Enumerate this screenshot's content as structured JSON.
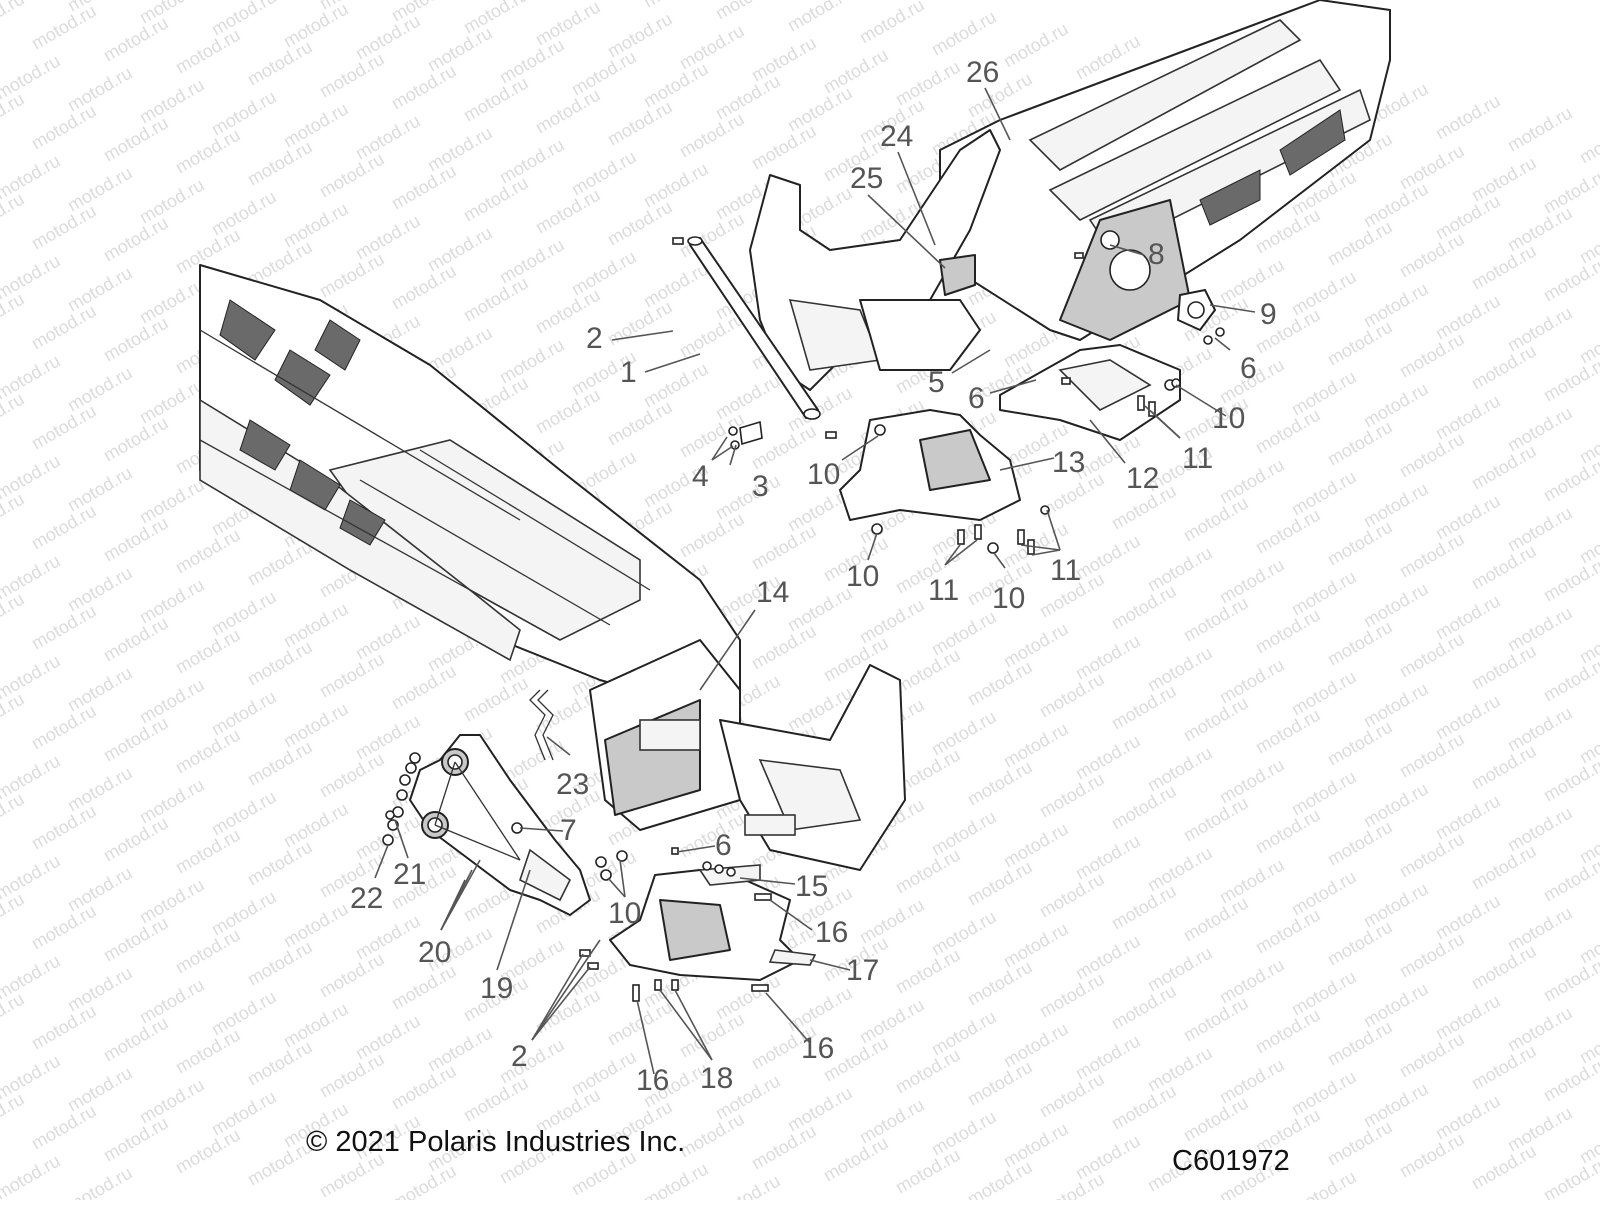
{
  "diagram": {
    "callouts": [
      {
        "id": "c1",
        "text": "1"
      },
      {
        "id": "c2a",
        "text": "2"
      },
      {
        "id": "c3",
        "text": "3"
      },
      {
        "id": "c4",
        "text": "4"
      },
      {
        "id": "c5",
        "text": "5"
      },
      {
        "id": "c6a",
        "text": "6"
      },
      {
        "id": "c6b",
        "text": "6"
      },
      {
        "id": "c6c",
        "text": "6"
      },
      {
        "id": "c7",
        "text": "7"
      },
      {
        "id": "c8",
        "text": "8"
      },
      {
        "id": "c9",
        "text": "9"
      },
      {
        "id": "c10a",
        "text": "10"
      },
      {
        "id": "c10b",
        "text": "10"
      },
      {
        "id": "c10c",
        "text": "10"
      },
      {
        "id": "c10d",
        "text": "10"
      },
      {
        "id": "c10e",
        "text": "10"
      },
      {
        "id": "c11a",
        "text": "11"
      },
      {
        "id": "c11b",
        "text": "11"
      },
      {
        "id": "c11c",
        "text": "11"
      },
      {
        "id": "c12",
        "text": "12"
      },
      {
        "id": "c13",
        "text": "13"
      },
      {
        "id": "c14",
        "text": "14"
      },
      {
        "id": "c15",
        "text": "15"
      },
      {
        "id": "c16a",
        "text": "16"
      },
      {
        "id": "c16b",
        "text": "16"
      },
      {
        "id": "c16c",
        "text": "16"
      },
      {
        "id": "c17",
        "text": "17"
      },
      {
        "id": "c18",
        "text": "18"
      },
      {
        "id": "c19",
        "text": "19"
      },
      {
        "id": "c20",
        "text": "20"
      },
      {
        "id": "c21",
        "text": "21"
      },
      {
        "id": "c22",
        "text": "22"
      },
      {
        "id": "c23",
        "text": "23"
      },
      {
        "id": "c24",
        "text": "24"
      },
      {
        "id": "c25",
        "text": "25"
      },
      {
        "id": "c26",
        "text": "26"
      },
      {
        "id": "c2b",
        "text": "2"
      }
    ],
    "watermark_text": "motod.ru",
    "copyright": "© 2021 Polaris Industries Inc.",
    "drawing_code": "C601972"
  }
}
